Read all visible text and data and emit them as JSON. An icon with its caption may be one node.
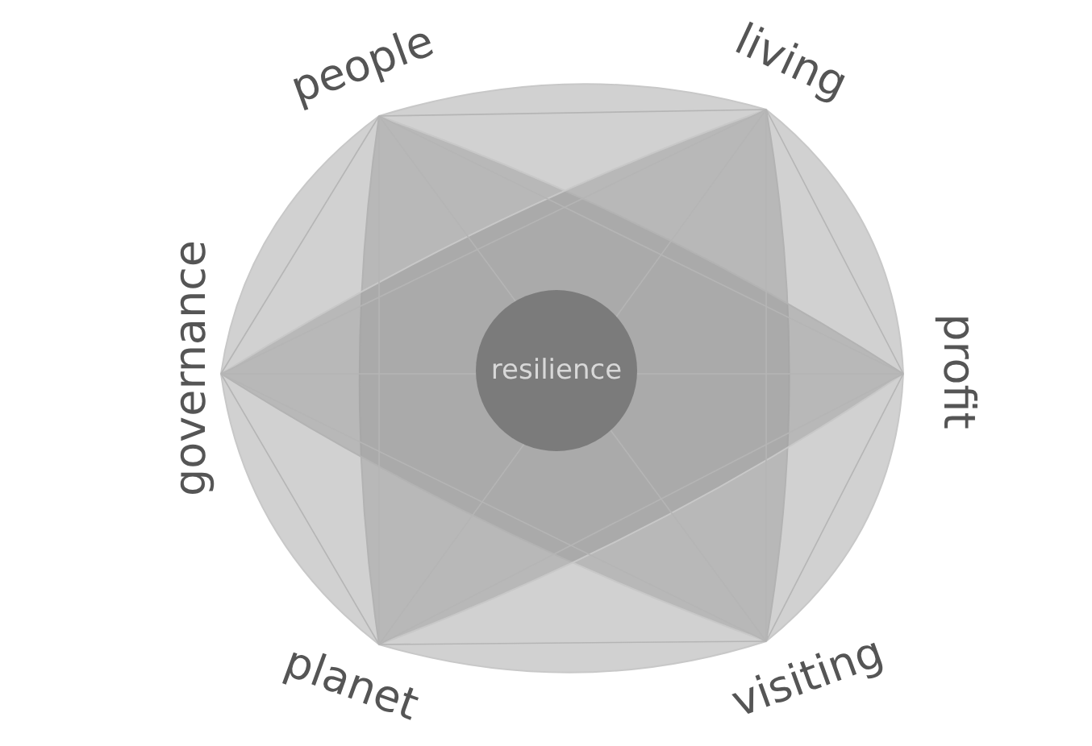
{
  "diagram": {
    "nodes": [
      {
        "text": [
          "resilience"
        ]
      }
    ],
    "labels": [
      "people",
      "living",
      "governance",
      "profit",
      "planet",
      "visiting"
    ]
  }
}
